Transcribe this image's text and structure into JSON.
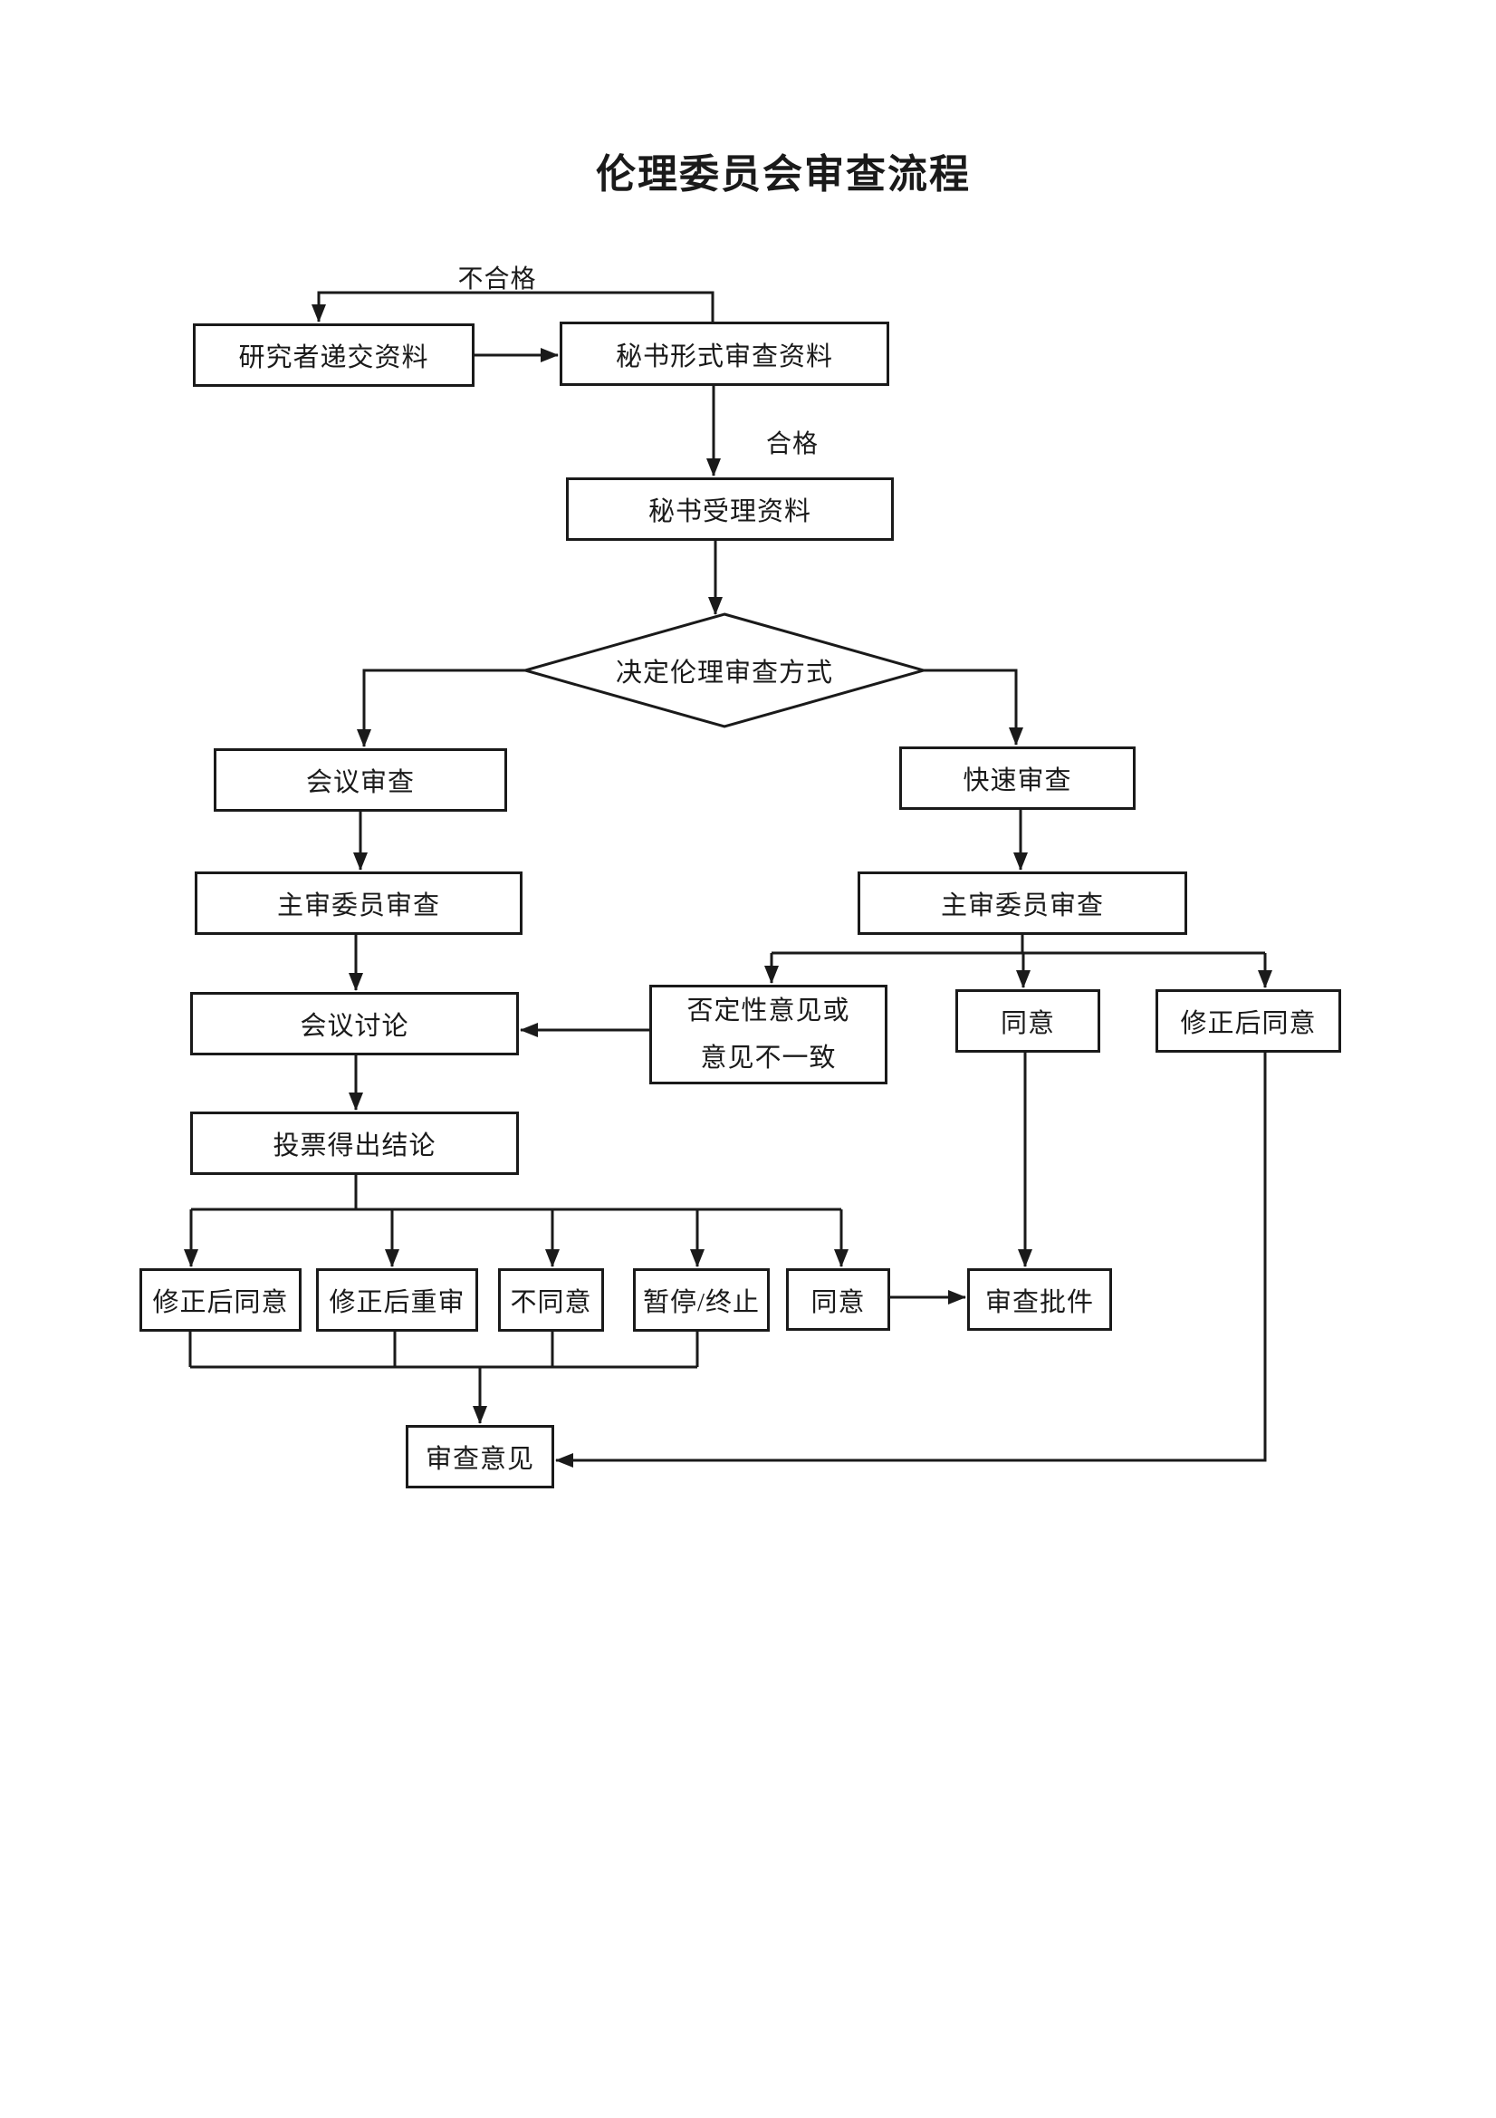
{
  "page": {
    "title": "伦理委员会审查流程"
  },
  "edge_labels": {
    "fail": "不合格",
    "pass": "合格"
  },
  "nodes": {
    "submit": "研究者递交资料",
    "secretary_form_review": "秘书形式审查资料",
    "secretary_accept": "秘书受理资料",
    "decide_method": "决定伦理审查方式",
    "meeting_review": "会议审查",
    "fast_review": "快速审查",
    "chief_review_left": "主审委员审查",
    "chief_review_right": "主审委员审查",
    "meeting_discussion": "会议讨论",
    "negative_opinion": "否定性意见或\n意见不一致",
    "agree_right": "同意",
    "revise_then_agree_right": "修正后同意",
    "vote_conclusion": "投票得出结论",
    "revise_then_agree": "修正后同意",
    "revise_then_rereview": "修正后重审",
    "disagree": "不同意",
    "suspend_terminate": "暂停/终止",
    "agree_bottom": "同意",
    "approval_document": "审查批件",
    "review_opinion": "审查意见"
  },
  "colors": {
    "line": "#1a1a1a",
    "background": "#ffffff",
    "text": "#1a1a1a"
  }
}
